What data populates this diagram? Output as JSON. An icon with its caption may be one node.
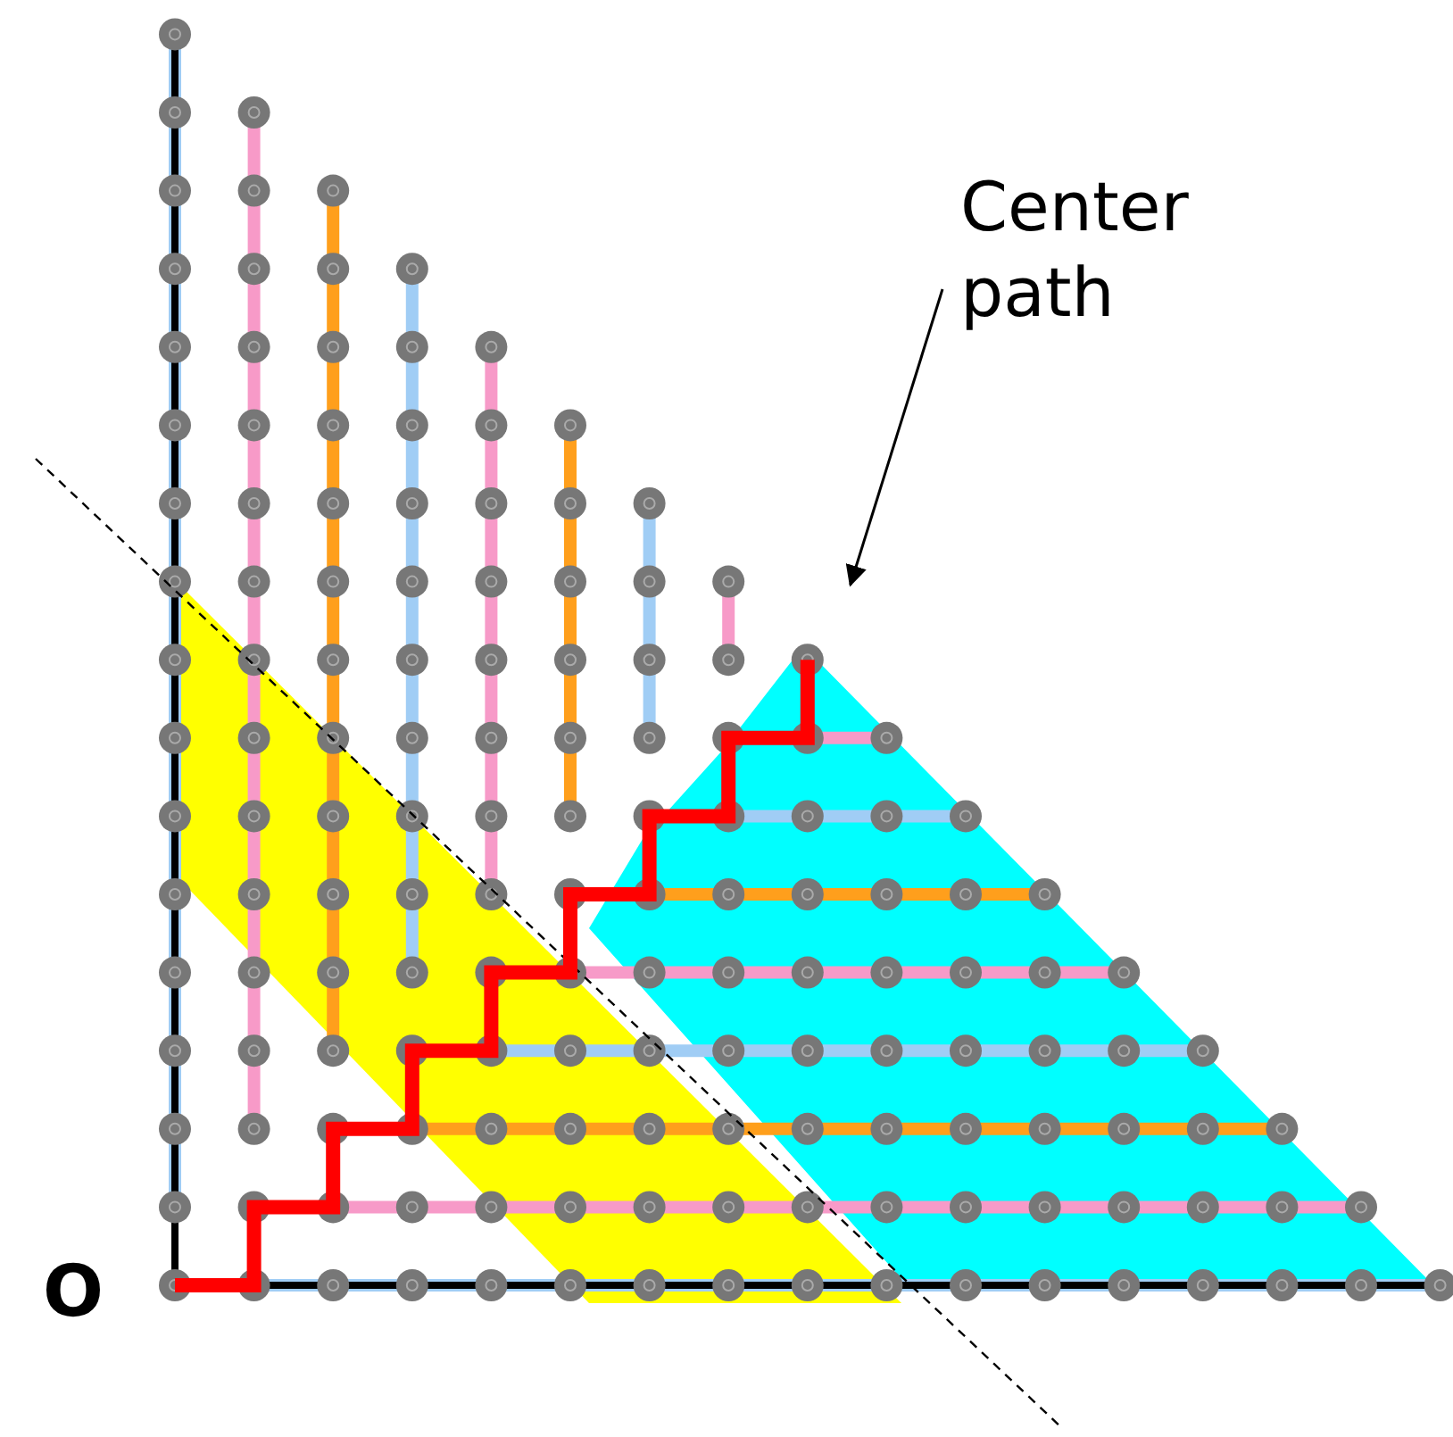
{
  "diagram": {
    "nodes": [
      {
        "text": [
          "Center path"
        ]
      },
      {
        "text": [],
        "shape": "line"
      }
    ],
    "edges": [
      {
        "from": 0,
        "to": 1,
        "arrow": "to"
      }
    ],
    "labels": [
      "O"
    ]
  }
}
